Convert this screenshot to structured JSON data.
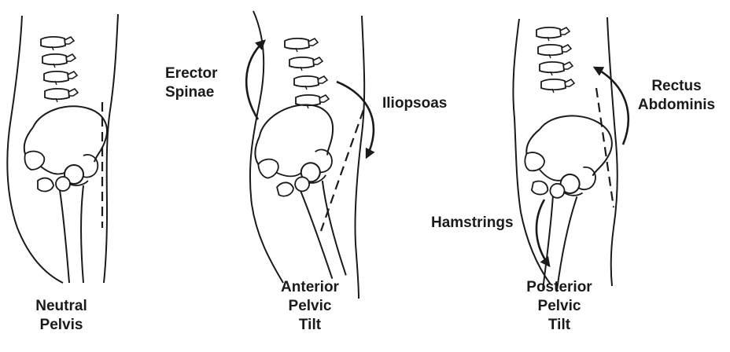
{
  "panels": [
    {
      "caption": [
        "Neutral",
        "Pelvis"
      ]
    },
    {
      "caption": [
        "Anterior",
        "Pelvic",
        "Tilt"
      ]
    },
    {
      "caption": [
        "Posterior",
        "Pelvic",
        "Tilt"
      ]
    }
  ],
  "muscles": {
    "erector_spinae": [
      "Erector",
      "Spinae"
    ],
    "iliopsoas": [
      "Iliopsoas"
    ],
    "rectus_abdominis": [
      "Rectus",
      "Abdominis"
    ],
    "hamstrings": [
      "Hamstrings"
    ]
  },
  "colors": {
    "ink": "#1a1a1a",
    "background": "#ffffff"
  }
}
